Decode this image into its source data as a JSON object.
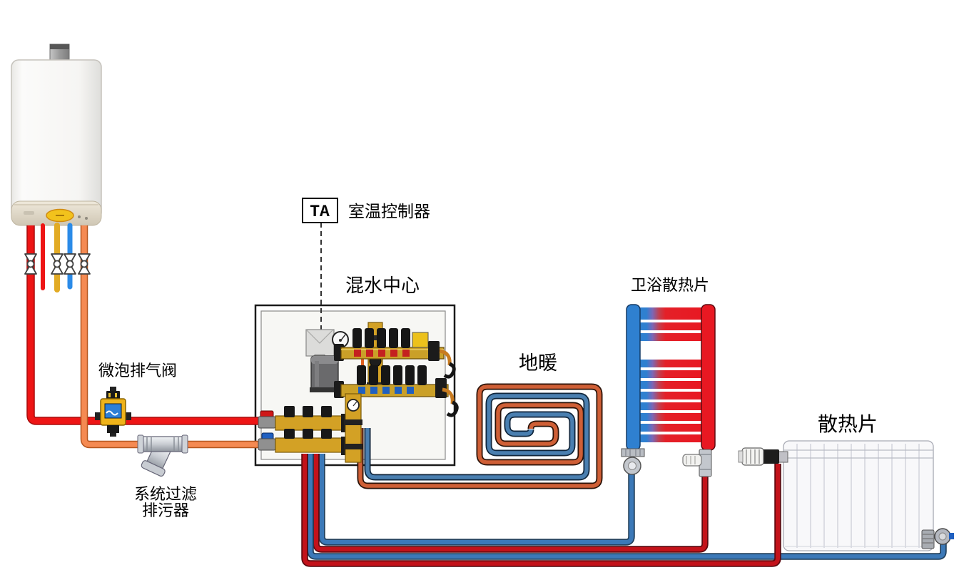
{
  "labels": {
    "air_vent_valve": "微泡排气阀",
    "filter_line1": "系统过滤",
    "filter_line2": "排污器",
    "ta": "TA",
    "room_thermostat": "室温控制器",
    "mixing_center": "混水中心",
    "floor_heating": "地暖",
    "towel_radiator": "卫浴散热片",
    "radiator": "散热片"
  },
  "colors": {
    "supply_red": "#e81822",
    "loop_red": "#c3121a",
    "return_orange": "#f58a52",
    "loop_blue": "#3c79b8",
    "bright_blue": "#2b8be8",
    "dhw_yellow": "#e2ab25",
    "coil_orange": "#cf5f36",
    "coil_blue": "#4a7fb0",
    "brass": "#d3a125",
    "vent_valve_yellow": "#efb31a",
    "towel_blue": "#2f80d0",
    "towel_red": "#e81822"
  }
}
